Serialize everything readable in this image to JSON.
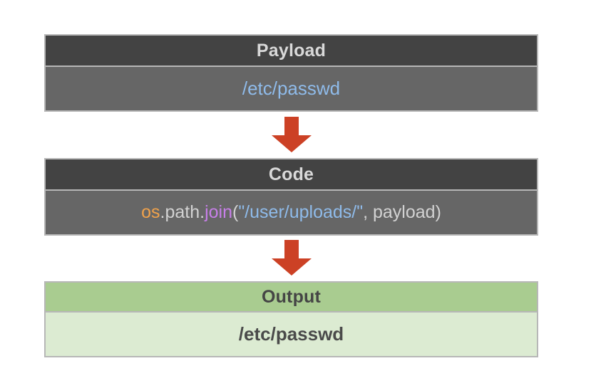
{
  "diagram": {
    "payload_box": {
      "title": "Payload",
      "value": "/etc/passwd"
    },
    "code_box": {
      "title": "Code",
      "code_tokens": [
        {
          "text": "os",
          "color": "#f0a24b"
        },
        {
          "text": ".path.",
          "color": "#d2d2d2"
        },
        {
          "text": "join",
          "color": "#c77fe8"
        },
        {
          "text": "(",
          "color": "#d2d2d2"
        },
        {
          "text": "\"/user/uploads/\"",
          "color": "#8fbbea"
        },
        {
          "text": ", payload",
          "color": "#d2d2d2"
        },
        {
          "text": ")",
          "color": "#d2d2d2"
        }
      ]
    },
    "output_box": {
      "title": "Output",
      "value": "/etc/passwd"
    },
    "arrows": [
      {
        "name": "payload-to-code",
        "direction": "down"
      },
      {
        "name": "code-to-output",
        "direction": "down"
      }
    ]
  },
  "colors": {
    "dark_header_bg": "#434343",
    "dark_body_bg": "#666666",
    "header_text": "#d9d9d9",
    "payload_value_text": "#8fbbea",
    "green_header_bg": "#a9cc90",
    "green_body_bg": "#dcebd2",
    "green_box_text": "#4a4a4a",
    "arrow": "#cc4125",
    "border": "#b7b7b7",
    "page_background": "#ffffff"
  }
}
